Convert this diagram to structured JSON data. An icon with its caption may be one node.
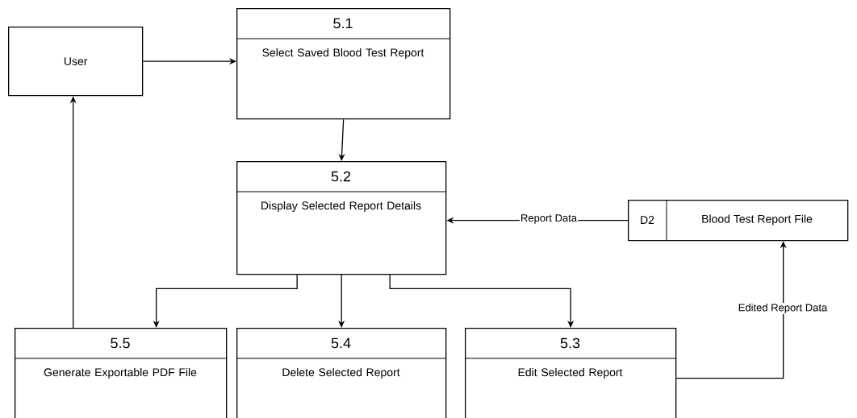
{
  "diagram": {
    "nodes": [
      {
        "text": [
          "User"
        ]
      },
      {
        "text": [
          "5.1",
          "Select Saved Blood Test Report"
        ]
      },
      {
        "text": [
          "5.2",
          "Display Selected Report Details"
        ]
      },
      {
        "text": [
          "D2",
          "Blood Test Report File"
        ]
      },
      {
        "text": [
          "5.5",
          "Generate Exportable PDF File"
        ]
      },
      {
        "text": [
          "5.4",
          "Delete Selected Report"
        ]
      },
      {
        "text": [
          "5.3",
          "Edit Selected Report"
        ]
      }
    ],
    "edges": [
      {
        "from": 0,
        "to": 1,
        "arrow": "to"
      },
      {
        "from": 1,
        "to": 2,
        "arrow": "to"
      },
      {
        "from": 3,
        "to": 2,
        "arrow": "to",
        "label": "Report Data"
      },
      {
        "from": 2,
        "to": 4,
        "arrow": "to"
      },
      {
        "from": 2,
        "to": 5,
        "arrow": "to"
      },
      {
        "from": 2,
        "to": 6,
        "arrow": "to"
      },
      {
        "from": 6,
        "to": 3,
        "arrow": "to",
        "label": "Edited Report Data"
      },
      {
        "from": 4,
        "to": 0,
        "arrow": "to"
      }
    ]
  }
}
